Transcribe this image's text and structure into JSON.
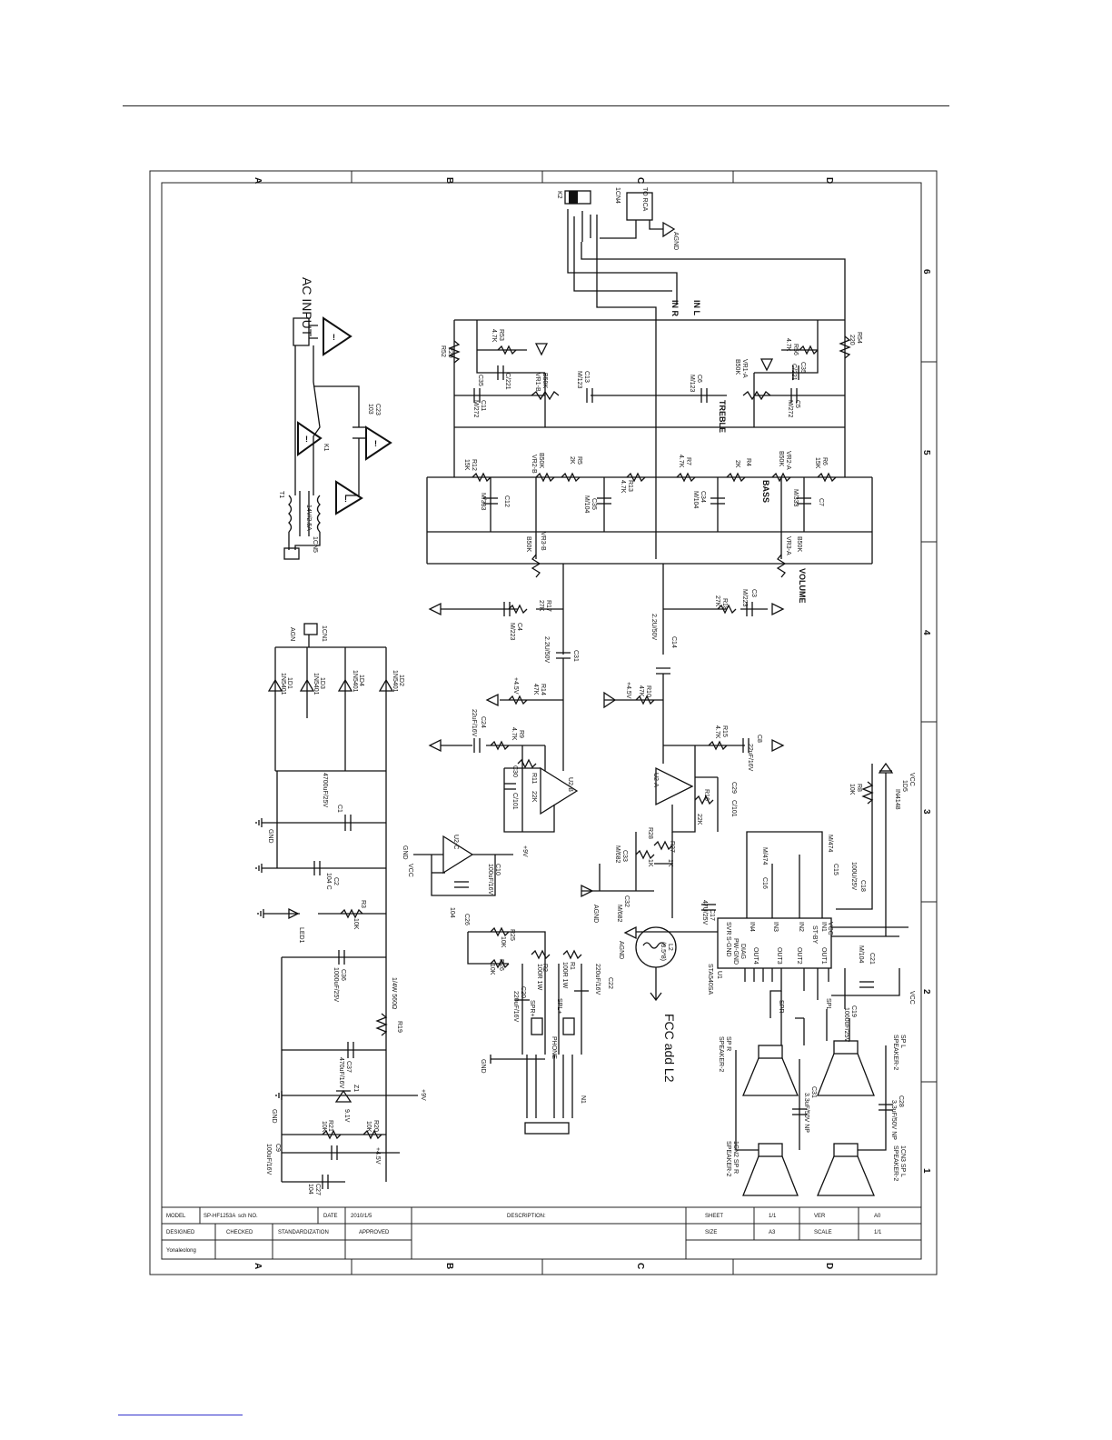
{
  "grid": {
    "columns": [
      "A",
      "B",
      "C",
      "D"
    ],
    "rows": [
      "1",
      "2",
      "3",
      "4",
      "5",
      "6"
    ]
  },
  "title_block": {
    "model_label": "MODEL",
    "model_value": "SP-HF1253A",
    "sch_label": "sch NO.",
    "date_label": "DATE",
    "date_value": "2010/1/5",
    "description_label": "DESCRIPTION:",
    "sheet_label": "SHEET",
    "sheet_value": "1/1",
    "ver_label": "VER",
    "ver_value": "A0",
    "designed_label": "DESIGNED",
    "checked_label": "CHECKED",
    "standardization_label": "STANDARDIZATION",
    "approved_label": "APPROVED",
    "size_label": "SIZE",
    "size_value": "A3",
    "scale_label": "SCALE",
    "scale_value": "1/1",
    "designer_name": "Yonaleolong"
  },
  "power": {
    "ac_input": "AC INPUT",
    "transformer": "T1",
    "transformer_rating": "14V/2.5A",
    "connector": "1CN5",
    "switch": "K1",
    "cap_c23": "C23",
    "cap_c23_value": "103"
  },
  "rectifier": {
    "connector": "1CN1",
    "agnd": "AGN",
    "diodes": [
      {
        "ref": "1D1",
        "part": "1N5401"
      },
      {
        "ref": "1D3",
        "part": "1N5401"
      },
      {
        "ref": "1D4",
        "part": "1N5401"
      },
      {
        "ref": "1D2",
        "part": "1N5401"
      }
    ],
    "c1": "C1",
    "c1_value": "4700uF/25V",
    "c2": "C2",
    "c2_value": "104 C",
    "gnd": "GND",
    "vcc": "VCC",
    "r3": "R3",
    "r3_value": "10K",
    "led": "LED1",
    "c36": "C36",
    "c36_value": "1000uF/25V",
    "r19": "R19",
    "r19_value": "1/4W 560Ω",
    "c37": "C37",
    "c37_value": "470uF/16V",
    "z1": "Z1",
    "z1_value": "9.1V",
    "plus9v": "+9V",
    "r21": "R21",
    "r21_value": "10K",
    "r20": "R20",
    "r20_value": "10K",
    "c9": "C9",
    "c9_value": "100uF/16V",
    "c27": "C27",
    "c27_value": "104",
    "plus45v": "+4.5V"
  },
  "tone": {
    "in_l": "IN L",
    "in_r": "IN R",
    "jack": "1CN4",
    "jack_to": "TO RCA",
    "k2": "K2",
    "agnd": "AGND",
    "treble": "TREBLE",
    "bass": "BASS",
    "volume": "VOLUME",
    "parts": [
      {
        "ref": "R52",
        "value": "220"
      },
      {
        "ref": "R53",
        "value": "4.7K"
      },
      {
        "ref": "C35",
        "value": "C/221"
      },
      {
        "ref": "VR1-B",
        "value": "B50K"
      },
      {
        "ref": "C13",
        "value": "M/123"
      },
      {
        "ref": "C11",
        "value": "M/272"
      },
      {
        "ref": "C6",
        "value": "M/123"
      },
      {
        "ref": "VR1-A",
        "value": "B50K"
      },
      {
        "ref": "C5",
        "value": "M/272"
      },
      {
        "ref": "R56",
        "value": "4.7K"
      },
      {
        "ref": "C35",
        "value": "C/221"
      },
      {
        "ref": "R54",
        "value": "220"
      },
      {
        "ref": "R12",
        "value": "15K"
      },
      {
        "ref": "VR2-B",
        "value": "B50K"
      },
      {
        "ref": "R5",
        "value": "2K"
      },
      {
        "ref": "R13",
        "value": "4.7K"
      },
      {
        "ref": "R7",
        "value": "4.7K"
      },
      {
        "ref": "R4",
        "value": "2K"
      },
      {
        "ref": "VR2-A",
        "value": "B50K"
      },
      {
        "ref": "R6",
        "value": "15K"
      },
      {
        "ref": "C12",
        "value": "M/333"
      },
      {
        "ref": "C35",
        "value": "M/104"
      },
      {
        "ref": "C34",
        "value": "M/104"
      },
      {
        "ref": "C7",
        "value": "M/333"
      },
      {
        "ref": "VR3-B",
        "value": "B50K"
      },
      {
        "ref": "VR3-A",
        "value": "B50K"
      }
    ]
  },
  "preamp": {
    "r17": "R17",
    "r17_value": "27K",
    "c4": "C4",
    "c4_value": "M/223",
    "c31": "C31",
    "c31_value": "2.2U/50V",
    "r14": "R14",
    "r14_value": "47K",
    "c24": "C24",
    "c24_value": "22uF/16V",
    "r9": "R9",
    "r9_value": "4.7K",
    "r11": "R11",
    "r11_value": "22K",
    "c30": "C30",
    "c30_value": "C/101",
    "u2b": "U2-B",
    "r18": "R18",
    "r18_value": "27K",
    "c3": "C3",
    "c3_value": "M/223",
    "c14": "C14",
    "c14_value": "2.2U/50V",
    "r10": "R10",
    "r10_value": "47K",
    "r15": "R15",
    "r15_value": "4.7K",
    "c8": "C8",
    "c8_value": "22uF/16V",
    "r16": "R16",
    "r16_value": "22K",
    "c29": "C29",
    "c29_value": "C/101",
    "u2a": "U2-A",
    "u2c": "U2-C",
    "c10": "C10",
    "c10_value": "100uF/16V",
    "c26": "C26",
    "c26_value": "104",
    "plus45v": "+4.5V",
    "plus9v": "+9V",
    "gnd": "GND"
  },
  "amp": {
    "ic": "U1",
    "ic_part": "STA540SA",
    "pins": [
      "SVR",
      "S-GND",
      "PW-GND",
      "DIAG",
      "IN4",
      "IN3",
      "IN2",
      "IN1",
      "ST-BY",
      "OUT4",
      "OUT3",
      "OUT2",
      "OUT1",
      "VCC"
    ],
    "r28": "R28",
    "r28_value": "1K",
    "r27": "R27",
    "r27_value": "1K",
    "c33": "C33",
    "c33_value": "M/682",
    "c32": "C32",
    "c32_value": "M/682",
    "c16": "C16",
    "c16_value": "M/474",
    "c15": "C15",
    "c15_value": "M/474",
    "c17": "C17",
    "c17_value": "47U/25V",
    "c18": "C18",
    "c18_value": "100U/25V",
    "c21": "C21",
    "c21_value": "M/104",
    "c19": "C19",
    "c19_value": "1000uF/25V",
    "r8": "R8",
    "r8_value": "10K",
    "d5": "1D5",
    "d5_value": "IN4148",
    "vcc": "VCC",
    "l2": "L2",
    "l2_value": "(3.5*8)",
    "fcc": "FCC add  L2",
    "agnd": "AGND",
    "spr": "SPR",
    "spl": "SPL"
  },
  "outputs": {
    "r25": "R25",
    "r25_value": "10K",
    "r26": "R26",
    "r26_value": "10K",
    "r2": "R2",
    "r2_value": "100R 1W",
    "r1": "R1",
    "r1_value": "100R 1W",
    "c22": "C22",
    "c22_value": "220uF/16V",
    "c20": "C20",
    "c20_value": "220uF/16V",
    "phone": "PHONE",
    "spr_plus": "SPR+",
    "spl_plus": "SPL+",
    "n1": "N1",
    "gnd": "GND",
    "speakers": [
      {
        "ref": "SP R",
        "part": "SPEAKER-2"
      },
      {
        "ref": "SP L",
        "part": "SPEAKER-2"
      },
      {
        "ref": "1CN2 SP R",
        "part": "SPEAKER-2"
      },
      {
        "ref": "1CN3 SP L",
        "part": "SPEAKER-2"
      }
    ],
    "c28": "C28",
    "c28_value": "3.3uF/50V NP",
    "c31b": "C31",
    "c31b_value": "3.3uF/50V NP"
  }
}
